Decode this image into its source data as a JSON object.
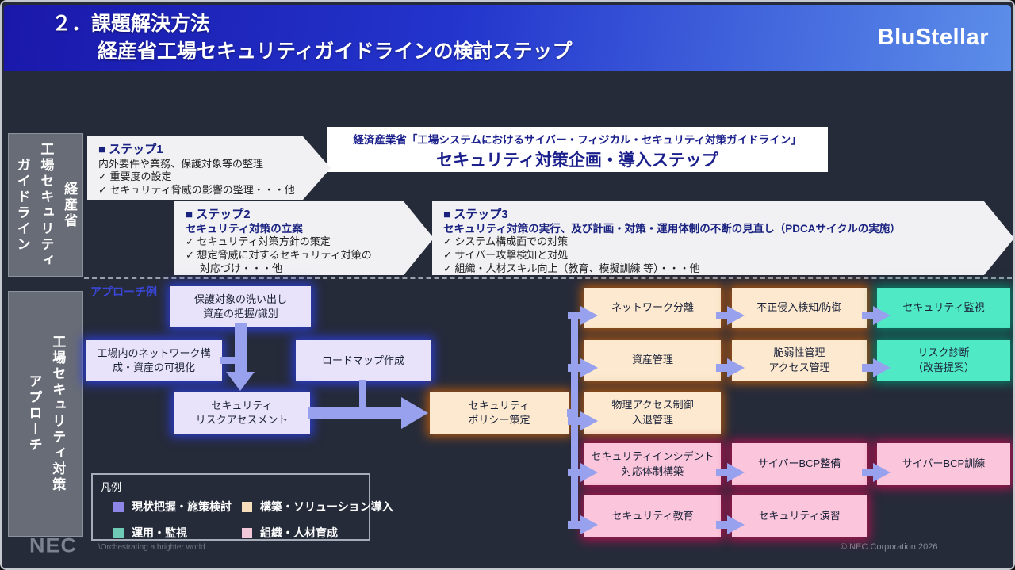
{
  "header": {
    "title_line1": "２．課題解決方法",
    "title_line2": "経産省工場セキュリティガイドラインの検討ステップ",
    "logo": "BluStellar"
  },
  "sidebar": {
    "guideline_label": "経産省\n工場セキュリティ\nガイドライン",
    "approach_label": "工場セキュリティ対策\nアプローチ"
  },
  "guideline": {
    "title_box": {
      "line1": "経済産業省「工場システムにおけるサイバー・フィジカル・セキュリティ対策ガイドライン」",
      "line2": "セキュリティ対策企画・導入ステップ"
    },
    "steps": [
      {
        "title": "■ ステップ1",
        "subtitle": "内外要件や業務、保護対象等の整理",
        "items": [
          "✓ 重要度の設定",
          "✓ セキュリティ脅威の影響の整理・・・他"
        ]
      },
      {
        "title": "■ ステップ2",
        "subtitle": "セキュリティ対策の立案",
        "items": [
          "✓ セキュリティ対策方針の策定",
          "✓ 想定脅威に対するセキュリティ対策の",
          "対応づけ・・・他"
        ]
      },
      {
        "title": "■ ステップ3",
        "subtitle": "セキュリティ対策の実行、及び計画・対策・運用体制の不断の見直し（PDCAサイクルの実施）",
        "items": [
          "✓ システム構成面での対策",
          "✓ サイバー攻撃検知と対処",
          "✓ 組織・人材スキル向上（教育、模擬訓練 等）・・・他"
        ]
      }
    ]
  },
  "approach": {
    "section_label": "アプローチ例",
    "boxes": [
      {
        "id": "identify-assets",
        "label": "保護対象の洗い出し\n資産の把握/識別",
        "type": "purple"
      },
      {
        "id": "network-visualization",
        "label": "工場内のネットワーク構\n成・資産の可視化",
        "type": "purple"
      },
      {
        "id": "roadmap",
        "label": "ロードマップ作成",
        "type": "purple"
      },
      {
        "id": "risk-assessment",
        "label": "セキュリティ\nリスクアセスメント",
        "type": "purple"
      },
      {
        "id": "policy",
        "label": "セキュリティ\nポリシー策定",
        "type": "orange"
      },
      {
        "id": "network-separation",
        "label": "ネットワーク分離",
        "type": "orange"
      },
      {
        "id": "asset-management",
        "label": "資産管理",
        "type": "orange"
      },
      {
        "id": "physical-access",
        "label": "物理アクセス制御\n入退管理",
        "type": "orange"
      },
      {
        "id": "incident-structure",
        "label": "セキュリティインシデント\n対応体制構築",
        "type": "pink"
      },
      {
        "id": "education",
        "label": "セキュリティ教育",
        "type": "pink"
      },
      {
        "id": "intrusion-detection",
        "label": "不正侵入検知/防御",
        "type": "orange"
      },
      {
        "id": "vulnerability-mgmt",
        "label": "脆弱性管理\nアクセス管理",
        "type": "orange"
      },
      {
        "id": "bcp-preparation",
        "label": "サイバーBCP整備",
        "type": "pink"
      },
      {
        "id": "exercise",
        "label": "セキュリティ演習",
        "type": "pink"
      },
      {
        "id": "monitoring",
        "label": "セキュリティ監視",
        "type": "teal"
      },
      {
        "id": "risk-diagnosis",
        "label": "リスク診断\n（改善提案）",
        "type": "teal"
      },
      {
        "id": "bcp-training",
        "label": "サイバーBCP訓練",
        "type": "pink"
      }
    ]
  },
  "legend": {
    "title": "凡例",
    "items": [
      {
        "label": "現状把握・施策検討",
        "color": "#8d86e6"
      },
      {
        "label": "構築・ソリューション導入",
        "color": "#f6debc"
      },
      {
        "label": "運用・監視",
        "color": "#6fcbb6"
      },
      {
        "label": "組織・人材育成",
        "color": "#f3c9da"
      }
    ]
  },
  "footer": {
    "logo": "NEC",
    "tagline": "\\Orchestrating a brighter world",
    "copyright": "© NEC Corporation 2026"
  },
  "colors": {
    "body_background": "#262b3a",
    "header_gradient_start": "#1a18aa",
    "header_gradient_end": "#5c8ee9",
    "purple_box": "#e8e3fb",
    "purple_glow": "#2b3fe0",
    "orange_box": "#fce9cf",
    "orange_glow": "#b55a10",
    "teal_box": "#4fe9c6",
    "teal_glow": "#0a8f75",
    "pink_box": "#fbc6dc",
    "pink_glow": "#b3124f",
    "arrow": "#97a1ee",
    "side_label_background": "#686c77"
  }
}
